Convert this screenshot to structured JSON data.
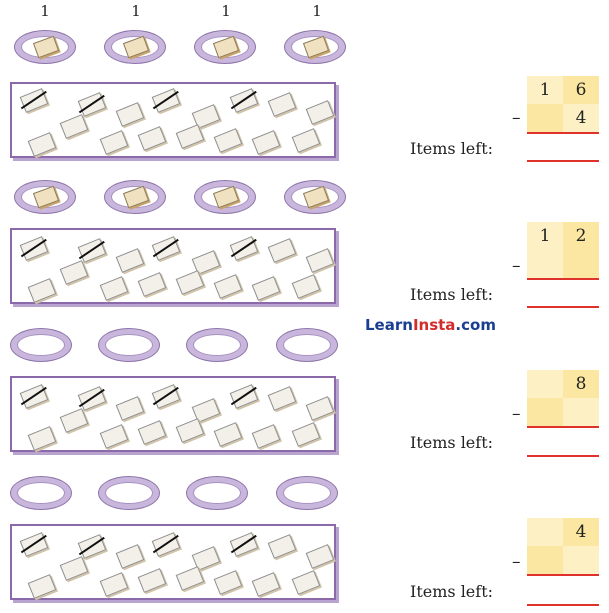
{
  "plate_labels": [
    "1",
    "1",
    "1",
    "1"
  ],
  "logo": {
    "part1": "Learn",
    "part2": "Insta",
    "part3": ".com"
  },
  "colors": {
    "plate": "#c9b6dc",
    "box_border": "#8c6aaa",
    "cell_light": "#fdf0c4",
    "cell_dark": "#fbe7a1",
    "answer_line": "#e0322c",
    "logo_blue": "#1a3f91",
    "logo_red": "#d42b2b"
  },
  "problems": [
    {
      "tens": "1",
      "ones": "6",
      "minus_tens": "",
      "minus_ones": "4",
      "operator": "–",
      "answer_label": "Items left:"
    },
    {
      "tens": "1",
      "ones": "2",
      "minus_tens": "",
      "minus_ones": "",
      "operator": "–",
      "answer_label": "Items left:"
    },
    {
      "tens": "",
      "ones": "8",
      "minus_tens": "",
      "minus_ones": "",
      "operator": "–",
      "answer_label": "Items left:"
    },
    {
      "tens": "",
      "ones": "4",
      "minus_tens": "",
      "minus_ones": "",
      "operator": "–",
      "answer_label": "Items left:"
    }
  ]
}
